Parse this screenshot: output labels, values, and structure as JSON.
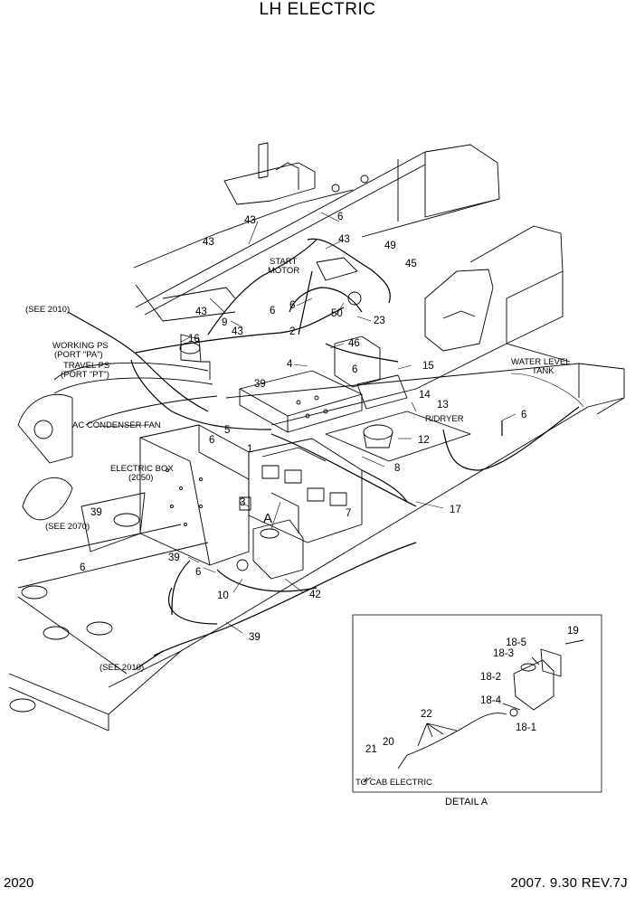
{
  "title": "LH ELECTRIC",
  "page_number": "2020",
  "date_rev": "2007. 9.30  REV.7J",
  "labels": {
    "start_motor_1": "START",
    "start_motor_2": "MOTOR",
    "see_2010_top": "(SEE 2010)",
    "working_ps_1": "WORKING PS",
    "working_ps_2": "(PORT \"PA\")",
    "travel_ps_1": "TRAVEL PS",
    "travel_ps_2": "(PORT \"PT\")",
    "ac_condenser_fan": "AC CONDENSER FAN",
    "electric_box_1": "ELECTRIC BOX",
    "electric_box_2": "(2050)",
    "see_2070": "(SEE 2070)",
    "see_2010_bottom": "(SEE 2010)",
    "water_level_1": "WATER LEVEL",
    "water_level_2": "TANK",
    "r_dryer": "R/DRYER",
    "to_cab_electric": "TO CAB ELECTRIC",
    "detail_a": "DETAIL  A",
    "callout_a": "A"
  },
  "callouts": {
    "c43a": "43",
    "c43b": "43",
    "c43c": "43",
    "c43d": "43",
    "c43e": "43",
    "c6a": "6",
    "c6b": "6",
    "c6c": "6",
    "c6d": "6",
    "c6e": "6",
    "c6f": "6",
    "c6g": "6",
    "c6h": "6",
    "c49": "49",
    "c45": "45",
    "c9": "9",
    "c50": "50",
    "c23": "23",
    "c2": "2",
    "c46": "46",
    "c16": "16",
    "c4": "4",
    "c15": "15",
    "c39a": "39",
    "c39b": "39",
    "c39c": "39",
    "c39d": "39",
    "c14": "14",
    "c13": "13",
    "c5": "5",
    "c12": "12",
    "c1": "1",
    "c8": "8",
    "c3": "3",
    "c7": "7",
    "c17": "17",
    "c10": "10",
    "c42": "42",
    "c19": "19",
    "c18_5": "18-5",
    "c18_3": "18-3",
    "c18_2": "18-2",
    "c18_4": "18-4",
    "c18_1": "18-1",
    "c22": "22",
    "c20": "20",
    "c21": "21"
  }
}
